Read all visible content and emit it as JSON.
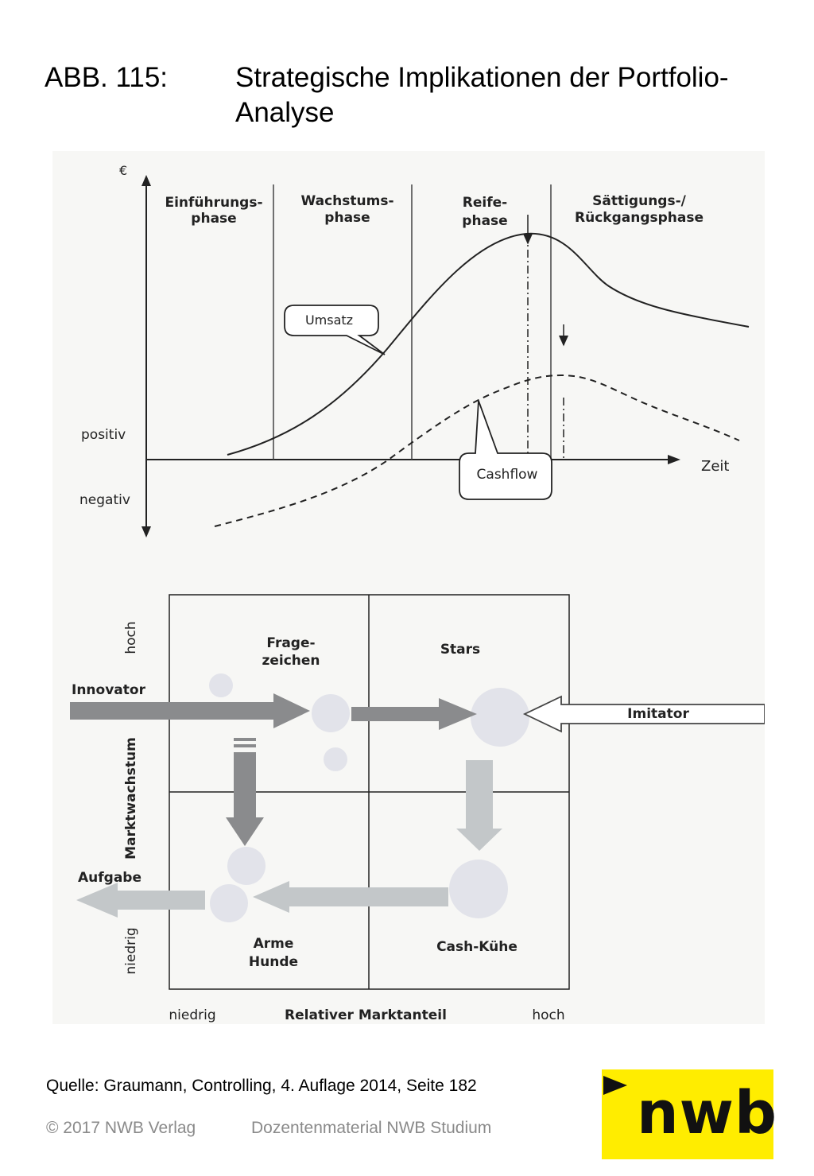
{
  "header": {
    "figure_number": "ABB. 115:",
    "title": "Strategische Implikationen der Portfolio-Analyse"
  },
  "lifecycle": {
    "y_axis_unit": "€",
    "positive_label": "positiv",
    "negative_label": "negativ",
    "x_axis_label": "Zeit",
    "phases": [
      {
        "line1": "Einführungs-",
        "line2": "phase"
      },
      {
        "line1": "Wachstums-",
        "line2": "phase"
      },
      {
        "line1": "Reife-",
        "line2": "phase"
      },
      {
        "line1": "Sättigungs-/",
        "line2": "Rückgangsphase"
      }
    ],
    "callouts": {
      "revenue": "Umsatz",
      "cashflow": "Cashflow"
    }
  },
  "portfolio": {
    "quadrants": {
      "question_marks": {
        "line1": "Frage-",
        "line2": "zeichen"
      },
      "stars": "Stars",
      "poor_dogs": {
        "line1": "Arme",
        "line2": "Hunde"
      },
      "cash_cows": "Cash-Kühe"
    },
    "y_axis": {
      "high": "hoch",
      "label": "Marktwachstum",
      "low": "niedrig"
    },
    "x_axis": {
      "low": "niedrig",
      "label": "Relativer Marktanteil",
      "high": "hoch"
    },
    "arrows": {
      "innovator": "Innovator",
      "imitator": "Imitator",
      "exit": "Aufgabe"
    }
  },
  "footer": {
    "source": "Quelle: Graumann, Controlling, 4. Auflage 2014, Seite 182",
    "copyright": "© 2017 NWB Verlag",
    "material": "Dozentenmaterial NWB Studium",
    "logo_text": "nwb"
  },
  "colors": {
    "logo_yellow": "#ffed00",
    "arrow_dark": "#8a8b8d",
    "arrow_light": "#c3c7c9",
    "bubble": "#e2e3ea"
  }
}
